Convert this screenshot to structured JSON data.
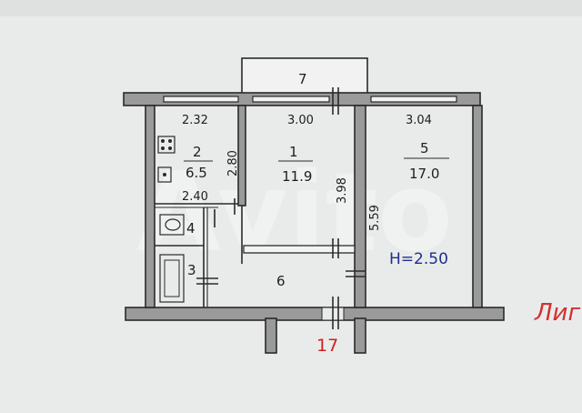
{
  "plan": {
    "ceiling_height": "H=2.50",
    "entrance_label": "17",
    "balcony_label": "7",
    "cut_text": "Лиг",
    "watermark": "Avito",
    "rooms": [
      {
        "number": "1",
        "area": "11.9"
      },
      {
        "number": "2",
        "area": "6.5"
      },
      {
        "number": "3"
      },
      {
        "number": "4"
      },
      {
        "number": "5",
        "area": "17.0"
      },
      {
        "number": "6"
      }
    ],
    "dimensions": {
      "kitchen_width": "2.32",
      "kitchen_depth": "2.80",
      "kitchen_lower": "2.40",
      "room1_width": "3.00",
      "room1_depth": "3.98",
      "room5_width": "3.04",
      "room5_depth": "5.59"
    }
  }
}
